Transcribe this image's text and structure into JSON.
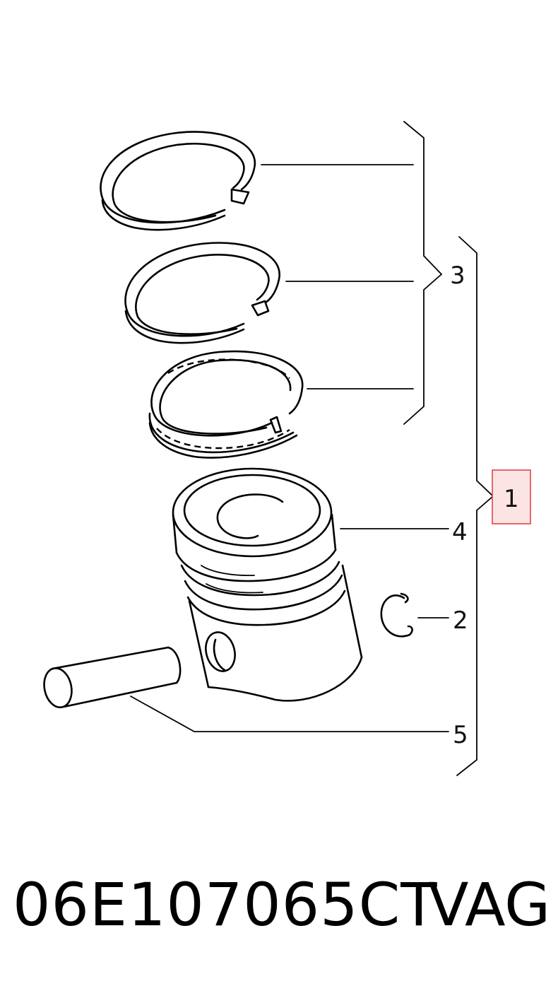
{
  "callouts": {
    "piston_assembly": "1",
    "circlip": "2",
    "piston_rings": "3",
    "piston": "4",
    "piston_pin": "5"
  },
  "highlight_color": "#e0383e",
  "footer": {
    "part_number": "06E107065CT",
    "brand": "VAG"
  }
}
